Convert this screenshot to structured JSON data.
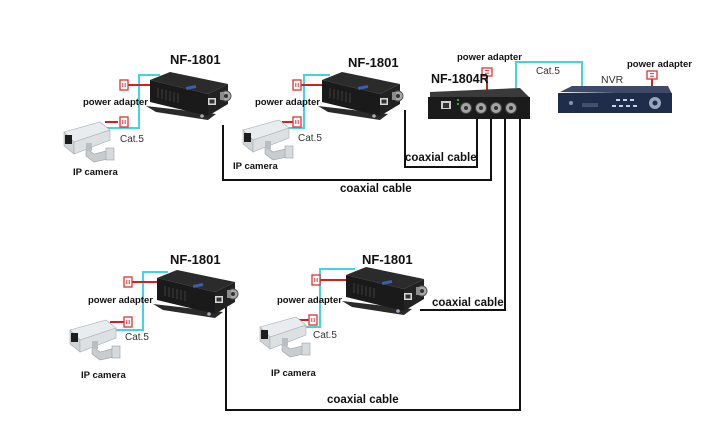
{
  "diagram": {
    "title": "",
    "colors": {
      "cat5": "#44d4e0",
      "power": "#cc2222",
      "coax": "#111111",
      "device": "#1c1c1c",
      "nvr": "#1f2c4a"
    },
    "nodes": [
      {
        "id": "cam1",
        "type": "ip-camera",
        "label": "IP camera"
      },
      {
        "id": "ext1",
        "type": "extender",
        "label": "NF-1801"
      },
      {
        "id": "cam2",
        "type": "ip-camera",
        "label": "IP camera"
      },
      {
        "id": "ext2",
        "type": "extender",
        "label": "NF-1801"
      },
      {
        "id": "cam3",
        "type": "ip-camera",
        "label": "IP camera"
      },
      {
        "id": "ext3",
        "type": "extender",
        "label": "NF-1801"
      },
      {
        "id": "cam4",
        "type": "ip-camera",
        "label": "IP camera"
      },
      {
        "id": "ext4",
        "type": "extender",
        "label": "NF-1801"
      },
      {
        "id": "rcv",
        "type": "receiver",
        "label": "NF-1804R"
      },
      {
        "id": "nvr",
        "type": "nvr",
        "label": "NVR"
      }
    ],
    "edges": [
      {
        "from": "cam1",
        "to": "ext1",
        "label": "Cat.5",
        "kind": "cat5"
      },
      {
        "from": "cam2",
        "to": "ext2",
        "label": "Cat.5",
        "kind": "cat5"
      },
      {
        "from": "cam3",
        "to": "ext3",
        "label": "Cat.5",
        "kind": "cat5"
      },
      {
        "from": "cam4",
        "to": "ext4",
        "label": "Cat.5",
        "kind": "cat5"
      },
      {
        "from": "ext1",
        "to": "rcv",
        "label": "coaxial cable",
        "kind": "coax"
      },
      {
        "from": "ext2",
        "to": "rcv",
        "label": "coaxial cable",
        "kind": "coax"
      },
      {
        "from": "ext3",
        "to": "rcv",
        "label": "coaxial cable",
        "kind": "coax"
      },
      {
        "from": "ext4",
        "to": "rcv",
        "label": "coaxial cable",
        "kind": "coax"
      },
      {
        "from": "rcv",
        "to": "nvr",
        "label": "Cat.5",
        "kind": "cat5"
      }
    ],
    "power_adapter_label": "power adapter",
    "labels": {
      "ext1": "NF-1801",
      "ext2": "NF-1801",
      "ext3": "NF-1801",
      "ext4": "NF-1801",
      "rcv": "NF-1804R",
      "nvr": "NVR",
      "pa1": "power adapter",
      "pa2": "power adapter",
      "pa3": "power adapter",
      "pa4": "power adapter",
      "pa_rcv": "power adapter",
      "pa_nvr": "power adapter",
      "cat1": "Cat.5",
      "cat2": "Cat.5",
      "cat3": "Cat.5",
      "cat4": "Cat.5",
      "cat_nvr": "Cat.5",
      "cam1": "IP camera",
      "cam2": "IP camera",
      "cam3": "IP camera",
      "cam4": "IP camera",
      "coax_ext2": "coaxial cable",
      "coax_ext1": "coaxial cable",
      "coax_ext4": "coaxial cable",
      "coax_ext3": "coaxial cable"
    }
  }
}
